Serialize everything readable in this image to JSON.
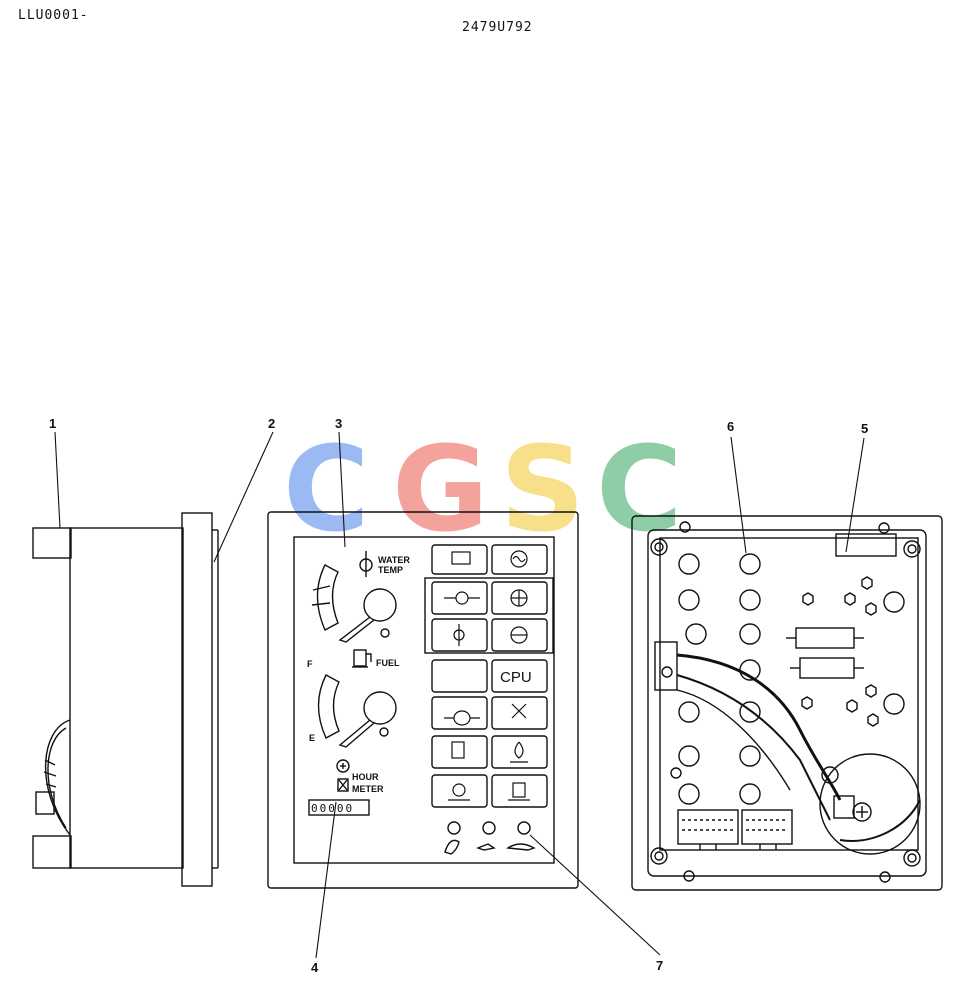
{
  "header": {
    "doc_code": "LLU0001-",
    "part_number": "2479U792"
  },
  "callouts": [
    "1",
    "2",
    "3",
    "4",
    "5",
    "6",
    "7"
  ],
  "watermark": {
    "letters": [
      "C",
      "G",
      "S",
      "C"
    ],
    "colors": [
      "#7fa7f2",
      "#f08a80",
      "#f7d86a",
      "#6fbf8e"
    ]
  },
  "gauges": {
    "water_temp_label_line1": "WATER",
    "water_temp_label_line2": "TEMP",
    "fuel_label": "FUEL",
    "fuel_full": "F",
    "fuel_empty": "E",
    "hour_meter_line1": "HOUR",
    "hour_meter_line2": "METER",
    "hour_meter_digits": "00000"
  },
  "panel": {
    "cpu_label": "CPU"
  }
}
